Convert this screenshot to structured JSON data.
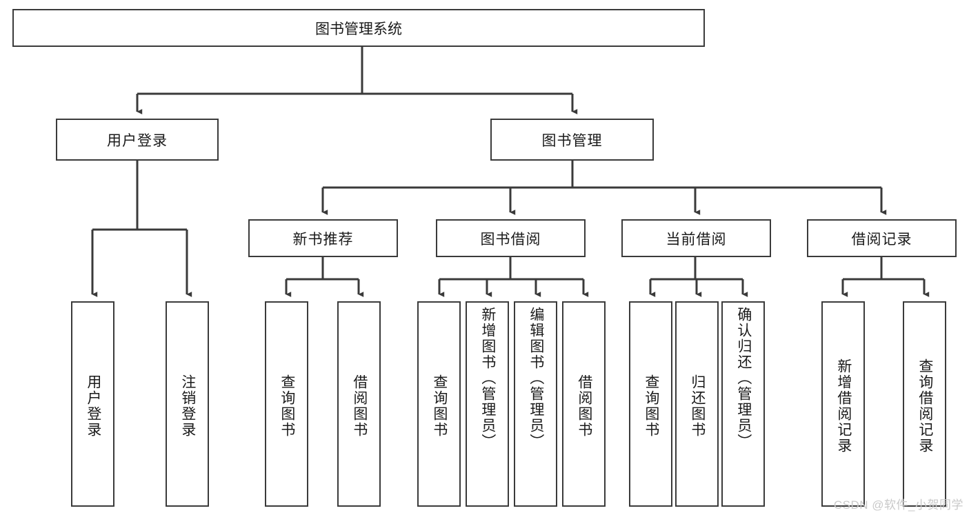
{
  "diagram": {
    "title": "图书管理系统",
    "root": {
      "label": "图书管理系统"
    },
    "level2": [
      {
        "label": "用户登录"
      },
      {
        "label": "图书管理"
      }
    ],
    "level3": [
      {
        "label": "新书推荐"
      },
      {
        "label": "图书借阅"
      },
      {
        "label": "当前借阅"
      },
      {
        "label": "借阅记录"
      }
    ],
    "leaves": {
      "user_login": [
        {
          "label": "用户登录"
        },
        {
          "label": "注销登录"
        }
      ],
      "new_book": [
        {
          "label": "查询图书"
        },
        {
          "label": "借阅图书"
        }
      ],
      "book_borrow": [
        {
          "label": "查询图书"
        },
        {
          "label": "新增图书（管理员）"
        },
        {
          "label": "编辑图书（管理员）"
        },
        {
          "label": "借阅图书"
        }
      ],
      "current_borrow": [
        {
          "label": "查询图书"
        },
        {
          "label": "归还图书"
        },
        {
          "label": "确认归还（管理员）"
        }
      ],
      "borrow_record": [
        {
          "label": "新增借阅记录"
        },
        {
          "label": "查询借阅记录"
        }
      ]
    }
  },
  "watermark": {
    "text": "CSDN @软件_小贺同学"
  },
  "colors": {
    "stroke": "#3a3a3a",
    "text": "#1a1a1a",
    "background": "#ffffff",
    "watermark": "#c9c9c9"
  }
}
